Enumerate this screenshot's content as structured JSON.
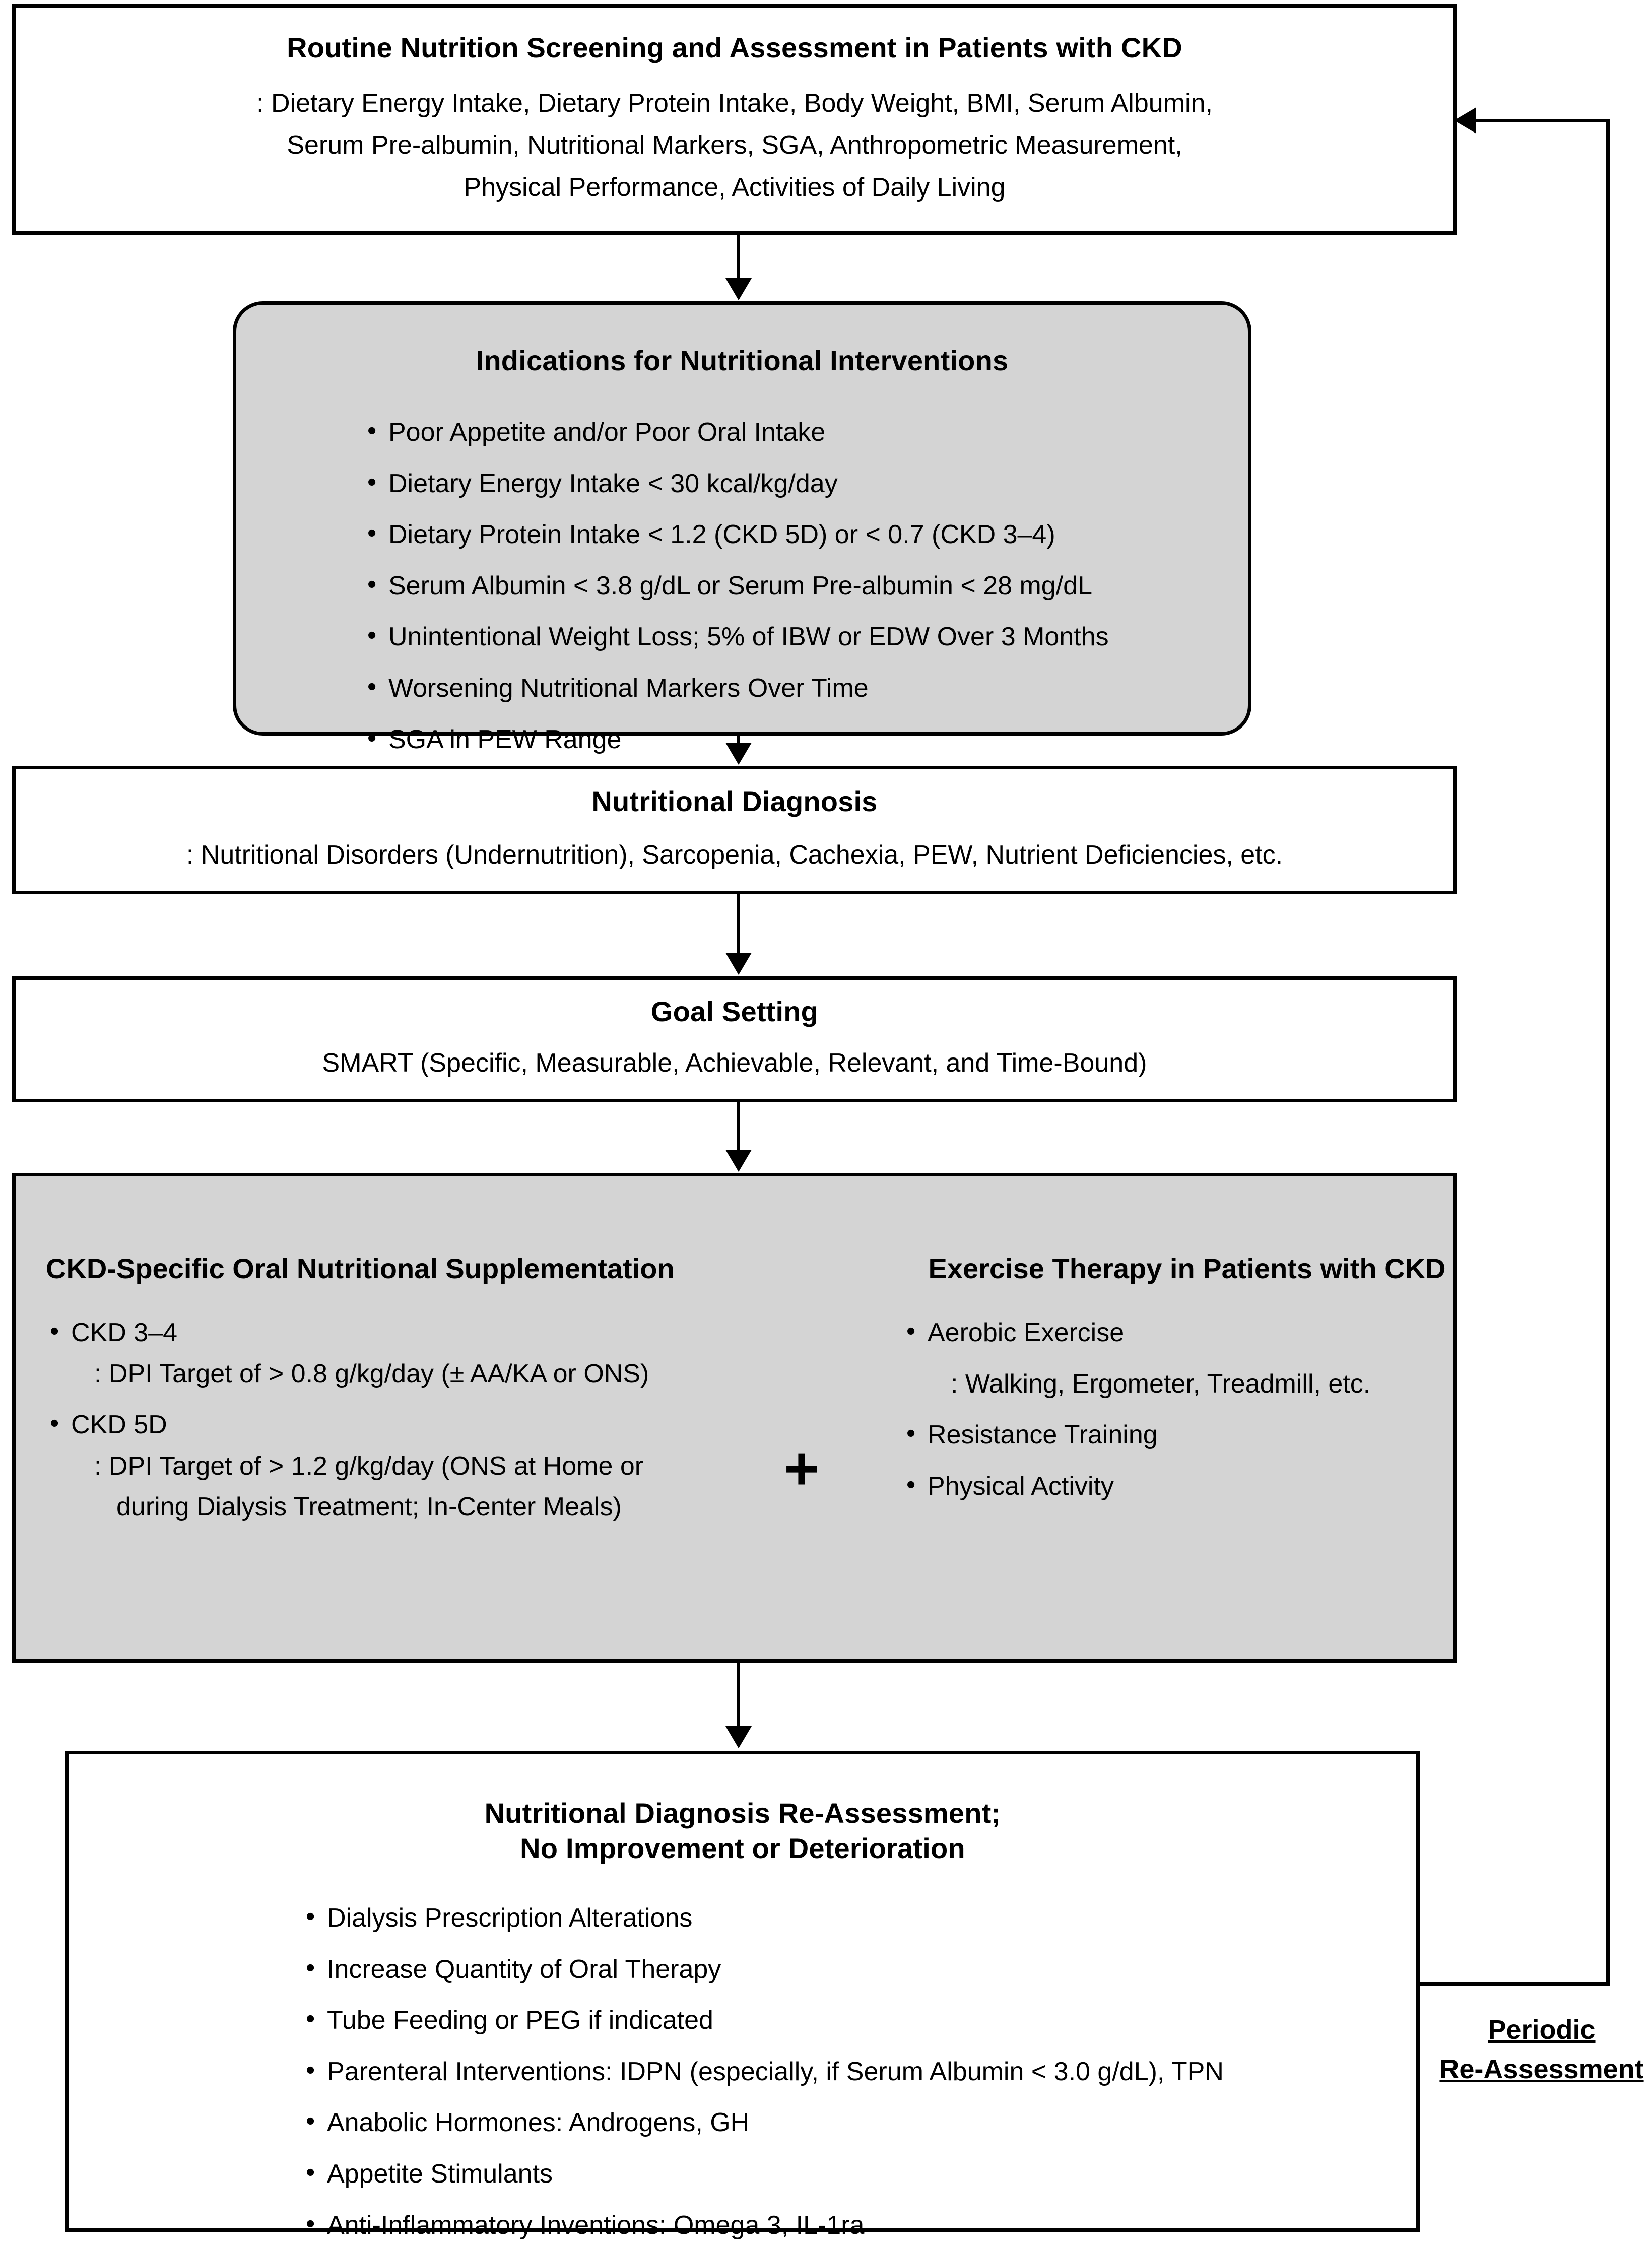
{
  "colors": {
    "panel_grey": "#d4d4d4",
    "stroke": "#000000",
    "background": "#ffffff"
  },
  "screening_box": {
    "title": "Routine Nutrition Screening and Assessment in Patients with CKD",
    "lines": [
      ": Dietary Energy Intake, Dietary Protein Intake, Body Weight, BMI, Serum Albumin,",
      "Serum Pre-albumin, Nutritional Markers, SGA, Anthropometric Measurement,",
      "Physical Performance, Activities of Daily Living"
    ]
  },
  "indications_box": {
    "title": "Indications for Nutritional Interventions",
    "bullets": [
      "Poor Appetite and/or Poor Oral Intake",
      "Dietary Energy Intake < 30 kcal/kg/day",
      "Dietary Protein Intake < 1.2 (CKD 5D) or < 0.7 (CKD 3–4)",
      "Serum Albumin < 3.8 g/dL or Serum Pre-albumin < 28 mg/dL",
      "Unintentional Weight Loss; 5% of IBW or EDW Over 3 Months",
      "Worsening Nutritional Markers Over Time",
      "SGA in PEW Range"
    ]
  },
  "diagnosis_box": {
    "title": "Nutritional Diagnosis",
    "subtitle": ": Nutritional Disorders (Undernutrition), Sarcopenia, Cachexia, PEW, Nutrient Deficiencies, etc."
  },
  "goal_box": {
    "title": "Goal Setting",
    "subtitle": "SMART (Specific, Measurable, Achievable, Relevant, and Time-Bound)"
  },
  "intervention_panel": {
    "plus_symbol": "+",
    "left": {
      "heading": "CKD-Specific Oral Nutritional Supplementation",
      "items": [
        {
          "text": "CKD 3–4",
          "style": "bullet"
        },
        {
          "text": ": DPI Target of > 0.8 g/kg/day (± AA/KA or ONS)",
          "style": "indent"
        },
        {
          "text": "CKD 5D",
          "style": "bullet"
        },
        {
          "text": ": DPI Target of > 1.2 g/kg/day (ONS at Home or",
          "style": "indent"
        },
        {
          "text": "during Dialysis Treatment; In-Center Meals)",
          "style": "indent2"
        }
      ]
    },
    "right": {
      "heading": "Exercise Therapy in Patients with CKD",
      "items": [
        {
          "text": "Aerobic Exercise",
          "style": "bullet"
        },
        {
          "text": ": Walking, Ergometer, Treadmill, etc.",
          "style": "indent"
        },
        {
          "text": "Resistance Training",
          "style": "bullet"
        },
        {
          "text": "Physical Activity",
          "style": "bullet"
        }
      ]
    }
  },
  "reassessment_box": {
    "title_line1": "Nutritional Diagnosis Re-Assessment;",
    "title_line2": "No Improvement or Deterioration",
    "bullets": [
      "Dialysis Prescription Alterations",
      "Increase Quantity of Oral Therapy",
      "Tube Feeding or PEG if indicated",
      "Parenteral Interventions: IDPN (especially, if Serum Albumin < 3.0 g/dL), TPN",
      "Anabolic Hormones: Androgens, GH",
      "Appetite Stimulants",
      "Anti-Inflammatory Inventions: Omega 3, IL-1ra"
    ]
  },
  "feedback_loop": {
    "label_line1": "Periodic",
    "label_line2": "Re-Assessment"
  }
}
